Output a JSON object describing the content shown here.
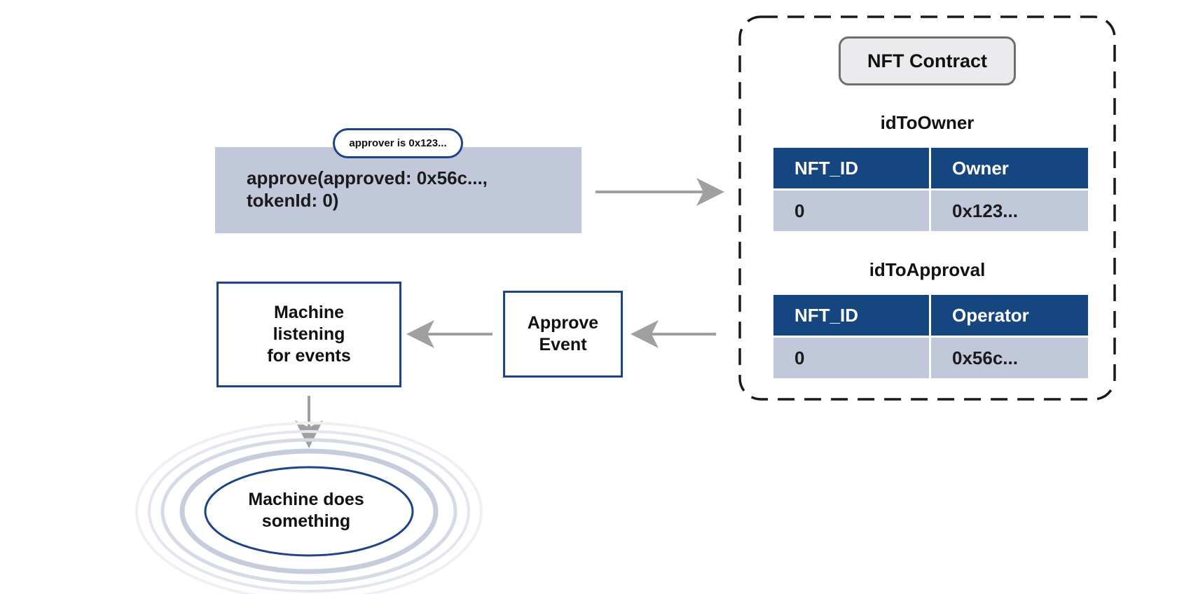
{
  "call": {
    "badge": "approver is 0x123...",
    "line1": "approve(approved: 0x56c...,",
    "line2": "tokenId: 0)"
  },
  "contract": {
    "title": "NFT Contract",
    "id_to_owner": {
      "label": "idToOwner",
      "headers": [
        "NFT_ID",
        "Owner"
      ],
      "rows": [
        [
          "0",
          "0x123..."
        ]
      ]
    },
    "id_to_approval": {
      "label": "idToApproval",
      "headers": [
        "NFT_ID",
        "Operator"
      ],
      "rows": [
        [
          "0",
          "0x56c..."
        ]
      ]
    }
  },
  "event_box": {
    "line1": "Approve",
    "line2": "Event"
  },
  "listener_box": {
    "line1": "Machine",
    "line2": "listening",
    "line3": "for events"
  },
  "action": {
    "line1": "Machine does",
    "line2": "something"
  },
  "colors": {
    "accent": "#1d4486",
    "table_header": "#16467f",
    "box_fill": "#c1c8da",
    "arrow": "#a0a0a0"
  }
}
